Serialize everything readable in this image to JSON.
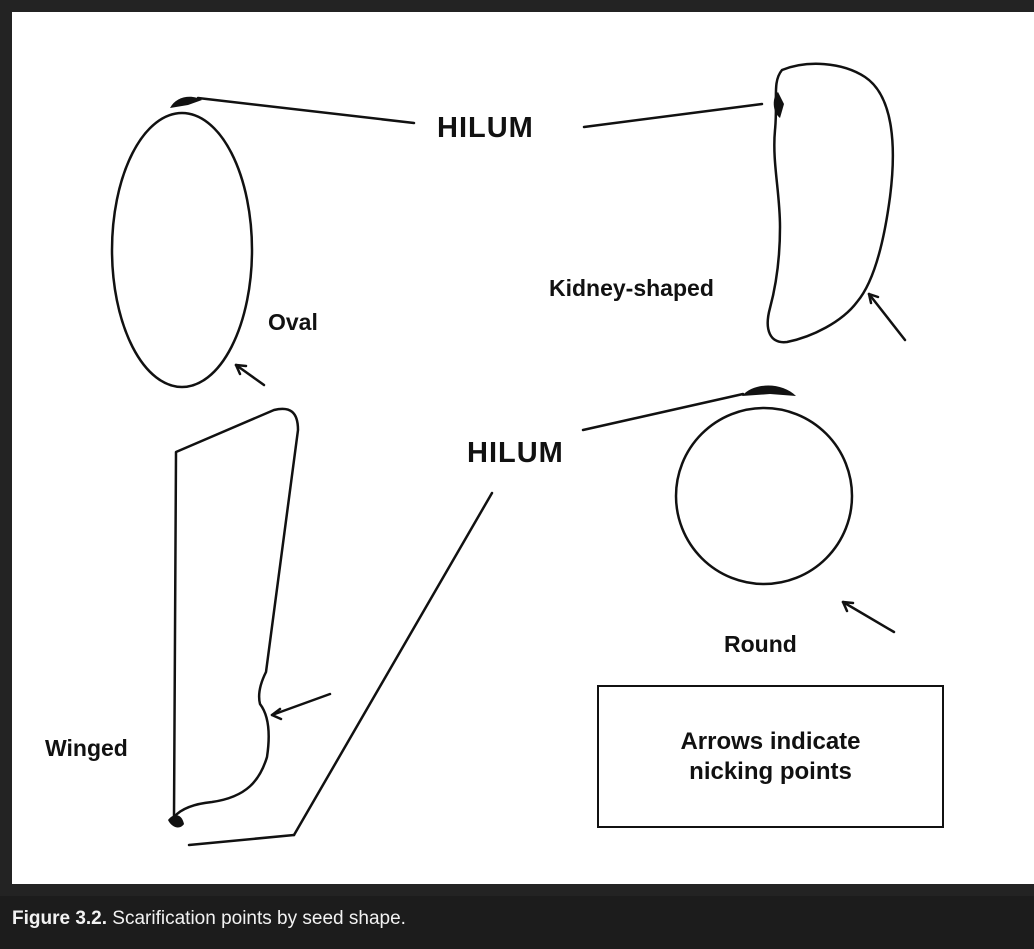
{
  "labels": {
    "hilum_top": "HILUM",
    "hilum_mid": "HILUM",
    "oval": "Oval",
    "kidney": "Kidney-shaped",
    "round": "Round",
    "winged": "Winged"
  },
  "legend": {
    "text": "Arrows indicate\nnicking points"
  },
  "caption": {
    "figure_number": "Figure 3.2.",
    "text": " Scarification points by seed shape."
  },
  "colors": {
    "ink": "#111111",
    "paper": "#ffffff",
    "frame": "#232323",
    "caption_text": "#f2f2f2"
  }
}
